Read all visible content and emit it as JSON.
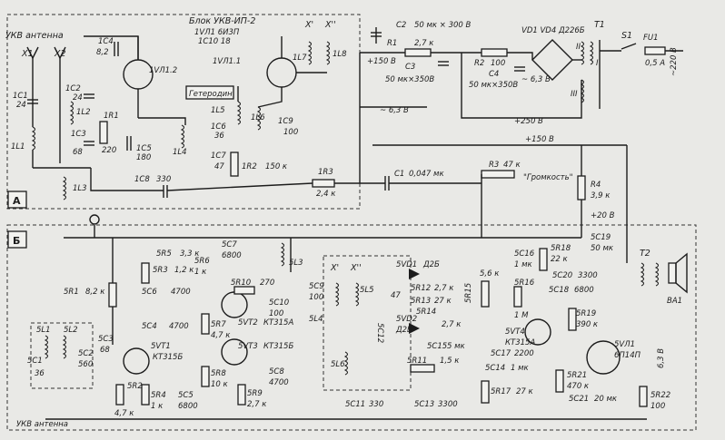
{
  "block_a": {
    "section_label": "А",
    "antenna_title": "УКВ антенна",
    "unit_title": "Блок УКВ-ИП-2",
    "unit_parts": "1VЛ1 6И3П",
    "ic10": "1С10 18",
    "tube_a": "1VЛ1.2",
    "tube_b": "1VЛ1.1",
    "heterodyne_label": "Гетеродин",
    "x1": "X1",
    "x2": "X2",
    "x_top1": "X'",
    "x_top2": "X''",
    "c1": "1С1",
    "c1v": "24",
    "c2": "1С2",
    "c2v": "24",
    "c3": "1С3",
    "c3v": "68",
    "c4": "1С4",
    "c4v": "8,2",
    "c5": "1С5",
    "c5v": "180",
    "c6": "1С6",
    "c6v": "36",
    "c7": "1С7",
    "c7v": "47",
    "c8": "1С8",
    "c8v": "330",
    "c9": "1С9",
    "c9v": "100",
    "l1": "1L1",
    "l2": "1L2",
    "l3": "1L3",
    "l4": "1L4",
    "l5": "1L5",
    "l6": "1L6",
    "l7": "1L7",
    "l8": "1L8",
    "r1": "1R1",
    "r1v": "220",
    "r2": "1R2",
    "r2v": "150 к",
    "r3": "1R3",
    "r3v": "2,4 к"
  },
  "power": {
    "c2": "С2",
    "c2v": "50 мк × 300 В",
    "r1": "R1",
    "r1v": "2,7 к",
    "c3": "С3",
    "c3v": "50 мк×350В",
    "r2": "R2",
    "r2v": "100",
    "c4": "С4",
    "c4v": "50 мк×350В",
    "vd": "VD1 VD4 Д226Б",
    "t1": "T1",
    "s1": "S1",
    "fu1": "FU1",
    "fu1v": "0,5 А",
    "mains": "~220 В",
    "v150": "+150 В",
    "v250": "+250 В",
    "v63": "~ 6,3 В",
    "w1": "I",
    "w2": "II",
    "w3": "III"
  },
  "link": {
    "c1": "С1",
    "c1v": "0,047 мк"
  },
  "block_b": {
    "section_label": "Б",
    "antenna_label": "УКВ антенна",
    "l1": "5L1",
    "l2": "5L2",
    "l3": "5L3",
    "l4": "5L4",
    "l5": "5L5",
    "l6": "5L6",
    "c1": "5С1",
    "c1v": "36",
    "c2": "5С2",
    "c2v": "560",
    "c3": "5С3",
    "c3v": "68",
    "c4": "5С4",
    "c4v": "4700",
    "c5": "5С5",
    "c5v": "6800",
    "c6": "5С6",
    "c6v": "4700",
    "c7": "5С7",
    "c7v": "6800",
    "c8": "5С8",
    "c8v": "4700",
    "c9": "5С9",
    "c9v": "100",
    "c10": "5С10",
    "c10v": "100",
    "c11": "5С11",
    "c11v": "330",
    "c12": "5С12",
    "c12v": "47",
    "c13": "5С13",
    "c13v": "3300",
    "c14": "5С14",
    "c14v": "1 мк",
    "c15": "5С15",
    "c15v": "5 мк",
    "c16": "5С16",
    "c16v": "1 мк",
    "c17": "5С17",
    "c17v": "2200",
    "c18": "5С18",
    "c18v": "6800",
    "c19": "5С19",
    "c19v": "50 мк",
    "c20": "5С20",
    "c20v": "3300",
    "c21": "5С21",
    "c21v": "20 мк",
    "r1": "5R1",
    "r1v": "8,2 к",
    "r2": "5R2",
    "r2v": "4,7 к",
    "r3": "5R3",
    "r3v": "1,2 к",
    "r4": "5R4",
    "r4v": "1 к",
    "r5": "5R5",
    "r5v": "3,3 к",
    "r6": "5R6",
    "r6v": "1 к",
    "r7": "5R7",
    "r7v": "4,7 к",
    "r8": "5R8",
    "r8v": "10 к",
    "r9": "5R9",
    "r9v": "2,7 к",
    "r10": "5R10",
    "r10v": "270",
    "r11": "5R11",
    "r11v": "1,5 к",
    "r12": "5R12",
    "r12v": "2,7 к",
    "r13": "5R13",
    "r13v": "27 к",
    "r14": "5R14",
    "r14v": "2,7 к",
    "r15": "5R15",
    "r15v": "5,6 к",
    "r16": "5R16",
    "r16v": "1 М",
    "r17": "5R17",
    "r17v": "27 к",
    "r18": "5R18",
    "r18v": "22 к",
    "r19": "5R19",
    "r19v": "390 к",
    "r21": "5R21",
    "r21v": "470 к",
    "r22": "5R22",
    "r22v": "100",
    "vt1": "5VT1",
    "vt1v": "КТ315Б",
    "vt2": "5VT2",
    "vt2v": "КТ315А",
    "vt3": "5VT3",
    "vt3v": "КТ315Б",
    "vt4": "5VT4",
    "vt4v": "КТ315А",
    "vd1": "5VD1",
    "vd1v": "Д2Б",
    "vd2": "5VD2",
    "vd2v": "Д2Б",
    "vl1": "5VЛ1",
    "vl1v": "6П14П",
    "x1": "X'",
    "x2": "X''"
  },
  "output": {
    "r3": "R3",
    "r3v": "47 к",
    "volume": "\"Громкость\"",
    "r4": "R4",
    "r4v": "3,9 к",
    "v150": "+150 В",
    "v20": "+20 В",
    "t2": "T2",
    "ba1": "BA1",
    "v63": "6,3 В"
  }
}
